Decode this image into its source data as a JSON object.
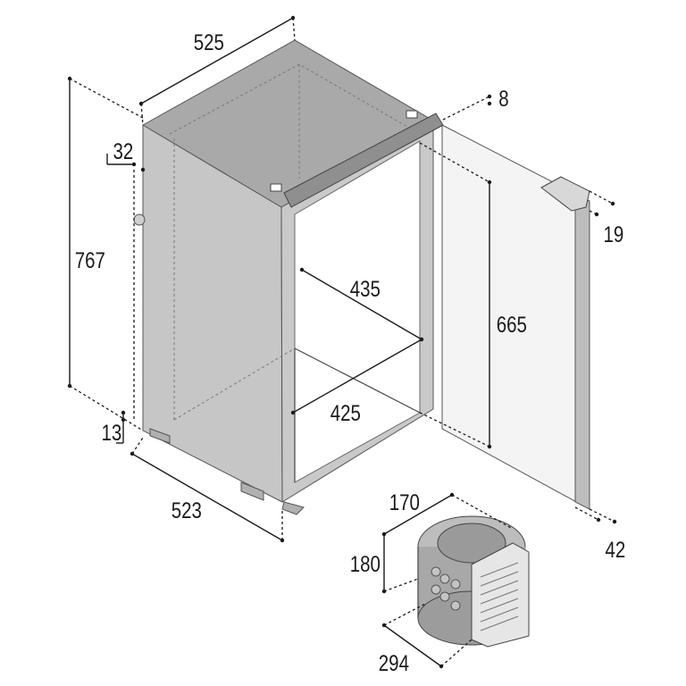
{
  "dimensions": {
    "top_width": "525",
    "door_gap": "8",
    "flange": "32",
    "height": "767",
    "handle_depth": "19",
    "interior_height": "665",
    "interior_width": "435",
    "interior_depth": "425",
    "foot": "13",
    "depth": "523",
    "door_thickness": "42",
    "compressor_width": "170",
    "compressor_height": "180",
    "compressor_length": "294"
  },
  "colors": {
    "cabinet_top": "#a8a8a8",
    "cabinet_side": "#c8c8c8",
    "interior": "#ffffff",
    "door": "#f2f2f2",
    "lines": "#1a1a1a"
  }
}
